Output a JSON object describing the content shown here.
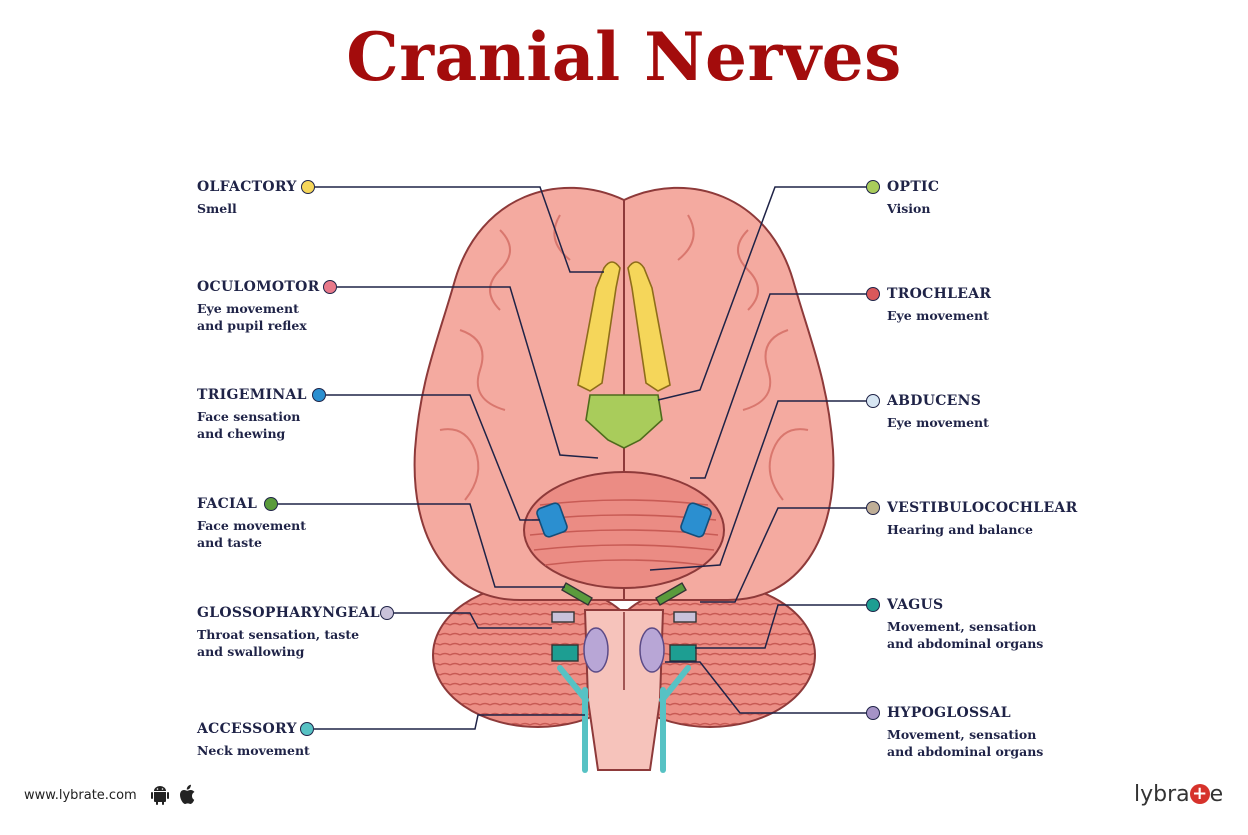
{
  "title": "Cranial Nerves",
  "colors": {
    "title": "#a30c0c",
    "olfactory": "#f5d65a",
    "oculomotor": "#e8798a",
    "trigeminal": "#2b8fd0",
    "facial": "#5a9b3c",
    "glossopharyngeal": "#c9c2da",
    "accessory": "#57c2c4",
    "optic": "#a9cc5b",
    "trochlear": "#d9585a",
    "abducens": "#d7e6f3",
    "vestibulocochlear": "#bfae97",
    "vagus": "#1d9e92",
    "hypoglossal": "#a593c6"
  },
  "left_nerves": [
    {
      "name": "OLFACTORY",
      "desc1": "Smell",
      "desc2": ""
    },
    {
      "name": "OCULOMOTOR",
      "desc1": "Eye movement",
      "desc2": "and pupil reflex"
    },
    {
      "name": "TRIGEMINAL",
      "desc1": "Face sensation",
      "desc2": "and chewing"
    },
    {
      "name": "FACIAL",
      "desc1": "Face movement",
      "desc2": "and taste"
    },
    {
      "name": "GLOSSOPHARYNGEAL",
      "desc1": "Throat sensation, taste",
      "desc2": "and swallowing"
    },
    {
      "name": "ACCESSORY",
      "desc1": "Neck movement",
      "desc2": ""
    }
  ],
  "right_nerves": [
    {
      "name": "OPTIC",
      "desc1": "Vision",
      "desc2": ""
    },
    {
      "name": "TROCHLEAR",
      "desc1": "Eye movement",
      "desc2": ""
    },
    {
      "name": "ABDUCENS",
      "desc1": "Eye movement",
      "desc2": ""
    },
    {
      "name": "VESTIBULOCOCHLEAR",
      "desc1": "Hearing and balance",
      "desc2": ""
    },
    {
      "name": "VAGUS",
      "desc1": "Movement, sensation",
      "desc2": "and abdominal organs"
    },
    {
      "name": "HYPOGLOSSAL",
      "desc1": "Movement, sensation",
      "desc2": "and abdominal organs"
    }
  ],
  "footer": {
    "url": "www.lybrate.com",
    "icons": [
      "android-icon",
      "apple-icon"
    ],
    "logo_left": "lybra",
    "logo_plus": "+",
    "logo_right": "e"
  }
}
